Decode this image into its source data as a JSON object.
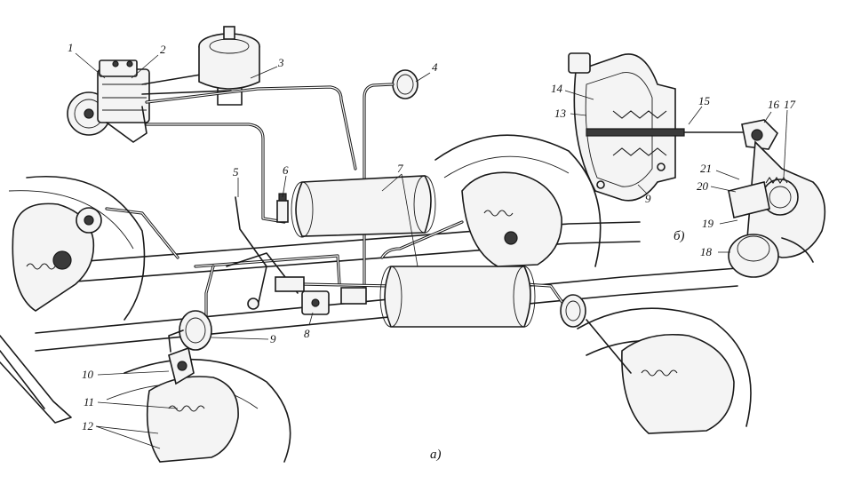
{
  "diagram": {
    "callouts": [
      "1",
      "2",
      "3",
      "4",
      "5",
      "6",
      "7",
      "8",
      "9",
      "10",
      "11",
      "12",
      "13",
      "14",
      "15",
      "16",
      "17",
      "18",
      "19",
      "20",
      "21",
      "9"
    ],
    "captions": {
      "main_view": "а)",
      "detail_view": "б)"
    }
  }
}
